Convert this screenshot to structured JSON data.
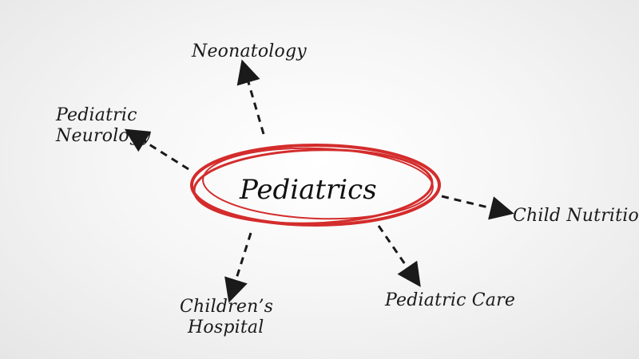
{
  "center": {
    "label": "Pediatrics",
    "ring_color": "#d42c2c"
  },
  "branches": [
    {
      "id": "neonatology",
      "lines": [
        "Neonatology"
      ]
    },
    {
      "id": "pediatric-neurology",
      "lines": [
        "Pediatric",
        "Neurology"
      ]
    },
    {
      "id": "child-nutrition",
      "lines": [
        "Child Nutrition"
      ]
    },
    {
      "id": "childrens-hospital",
      "lines": [
        "Children’s",
        "Hospital"
      ]
    },
    {
      "id": "pediatric-care",
      "lines": [
        "Pediatric Care"
      ]
    }
  ],
  "colors": {
    "text": "#1a1a1a",
    "arrow": "#1a1a1a"
  }
}
